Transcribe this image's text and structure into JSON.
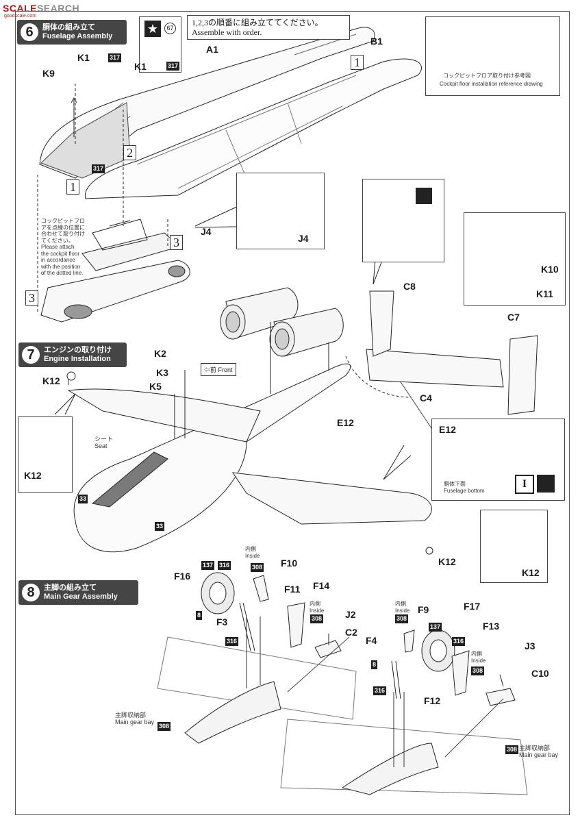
{
  "watermark": {
    "text_color": "SCALE",
    "text_grey": "SEARCH",
    "sub": "goodscale.com"
  },
  "step6": {
    "number": "6",
    "title_jp": "胴体の組み立て",
    "title_en": "Fuselage Assembly"
  },
  "step7": {
    "number": "7",
    "title_jp": "エンジンの取り付け",
    "title_en": "Engine Installation"
  },
  "step8": {
    "number": "8",
    "title_jp": "主脚の組み立て",
    "title_en": "Main Gear Assembly"
  },
  "order_note": {
    "jp": "1,2,3の順番に組み立ててください。",
    "en": "Assemble with order."
  },
  "decal_ref": {
    "number": "67"
  },
  "cockpit_ref": {
    "jp": "コックピットフロア取り付け参考図",
    "en": "Cockpit floor installation reference drawing"
  },
  "cockpit_note": {
    "jp": [
      "コックピットフロ",
      "アを点線の位置に",
      "合わせて取り付け",
      "てください。"
    ],
    "en": [
      "Please attach",
      "the cockpit floor",
      "in accordance",
      "with the position",
      "of the dotted line."
    ]
  },
  "front_note": {
    "jp": "前",
    "en": "Front"
  },
  "seat_label": {
    "jp": "シート",
    "en": "Seat"
  },
  "fuselage_bottom": {
    "jp": "胴体下面",
    "en": "Fuselage bottom"
  },
  "inside": {
    "jp": "内側",
    "en": "Inside"
  },
  "gear_bay": {
    "jp": "主脚収納部",
    "en": "Main gear bay"
  },
  "order_numbers": [
    "1",
    "2",
    "3"
  ],
  "paints": {
    "p317": "317",
    "p33": "33",
    "p137": "137",
    "p316": "316",
    "p308": "308",
    "p8": "8"
  },
  "parts": {
    "K1": "K1",
    "K2": "K2",
    "K3": "K3",
    "K5": "K5",
    "K9": "K9",
    "K10": "K10",
    "K11": "K11",
    "K12": "K12",
    "A1": "A1",
    "B1": "B1",
    "J2": "J2",
    "J3": "J3",
    "J4": "J4",
    "C2": "C2",
    "C4": "C4",
    "C7": "C7",
    "C8": "C8",
    "C10": "C10",
    "E12": "E12",
    "F3": "F3",
    "F4": "F4",
    "F9": "F9",
    "F10": "F10",
    "F11": "F11",
    "F12": "F12",
    "F13": "F13",
    "F14": "F14",
    "F16": "F16",
    "F17": "F17"
  },
  "colors": {
    "paint_chip": "#1f1f1f",
    "header": "#454545",
    "watermark_red": "#b01818"
  }
}
